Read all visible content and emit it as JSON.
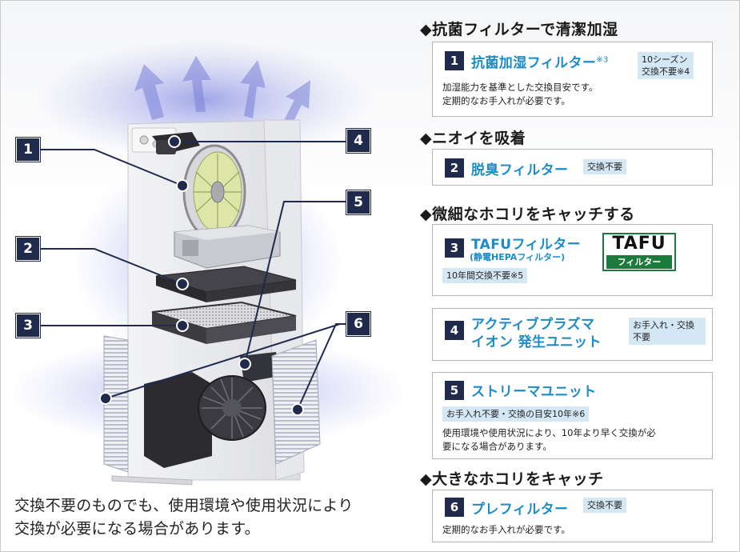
{
  "illustration": {
    "markers": [
      "1",
      "2",
      "3",
      "4",
      "5",
      "6"
    ],
    "caption_lines": [
      "交換不要のものでも、使用環境や使用状況により",
      "交換が必要になる場合があります。"
    ]
  },
  "sections": {
    "s1": {
      "title": "◆抗菌フィルターで清潔加湿"
    },
    "s2": {
      "title": "◆ニオイを吸着"
    },
    "s3": {
      "title": "◆微細なホコリをキャッチする"
    },
    "s4": {
      "title": "◆大きなホコリをキャッチ"
    }
  },
  "items": {
    "i1": {
      "num": "1",
      "name": "抗菌加湿フィルター",
      "note": "※3",
      "tag_lines": [
        "10シーズン",
        "交換不要※4"
      ],
      "desc_lines": [
        "加湿能力を基準とした交換目安です。",
        "定期的なお手入れが必要です。"
      ]
    },
    "i2": {
      "num": "2",
      "name": "脱臭フィルター",
      "tag": "交換不要"
    },
    "i3": {
      "num": "3",
      "name": "TAFUフィルター",
      "subname": "(静電HEPAフィルター)",
      "tag": "10年間交換不要※5",
      "logo": {
        "top": "TAFU",
        "bottom": "フィルター"
      }
    },
    "i4": {
      "num": "4",
      "name_lines": [
        "アクティブプラズマ",
        "イオン 発生ユニット"
      ],
      "tag_lines": [
        "お手入れ・交換",
        "不要"
      ]
    },
    "i5": {
      "num": "5",
      "name": "ストリーマユニット",
      "tag": "お手入れ不要・交換の目安10年※6",
      "desc_lines": [
        "使用環境や使用状況により、10年より早く交換が必",
        "要になる場合があります。"
      ]
    },
    "i6": {
      "num": "6",
      "name": "プレフィルター",
      "tag": "交換不要",
      "desc": "定期的なお手入れが必要です。"
    }
  },
  "colors": {
    "navy": "#1f2a4d",
    "accent_blue": "#1b8cc7",
    "tag_bg": "#d3e7f4",
    "logo_green": "#1b7a3c"
  }
}
